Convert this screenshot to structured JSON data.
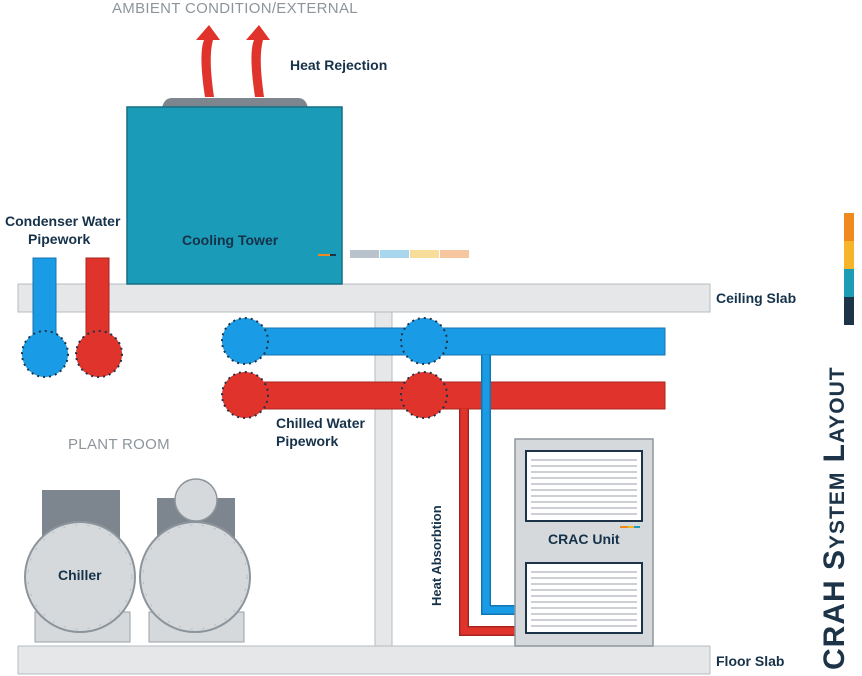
{
  "labels": {
    "ambient": "AMBIENT CONDITION/EXTERNAL",
    "heat_rejection": "Heat Rejection",
    "cooling_tower": "Cooling Tower",
    "condenser_line1": "Condenser Water",
    "condenser_line2": "Pipework",
    "ceiling_slab": "Ceiling Slab",
    "floor_slab": "Floor Slab",
    "plant_room": "PLANT ROOM",
    "chilled_line1": "Chilled Water",
    "chilled_line2": "Pipework",
    "crac_unit": "CRAC Unit",
    "chiller": "Chiller",
    "heat_absorption": "Heat Absorbtion"
  },
  "title": "CRAH System Layout",
  "colors": {
    "cold_water": "#1a9be6",
    "hot_water": "#e0332c",
    "tower": "#1a9bb7",
    "slab": "#e4e6e8",
    "equipment": "#d6d9dc",
    "dark_navy": "#1d3448",
    "accent_orange": "#ef8a1f",
    "accent_yellow": "#f5b42a",
    "accent_teal": "#1e9bb5"
  }
}
